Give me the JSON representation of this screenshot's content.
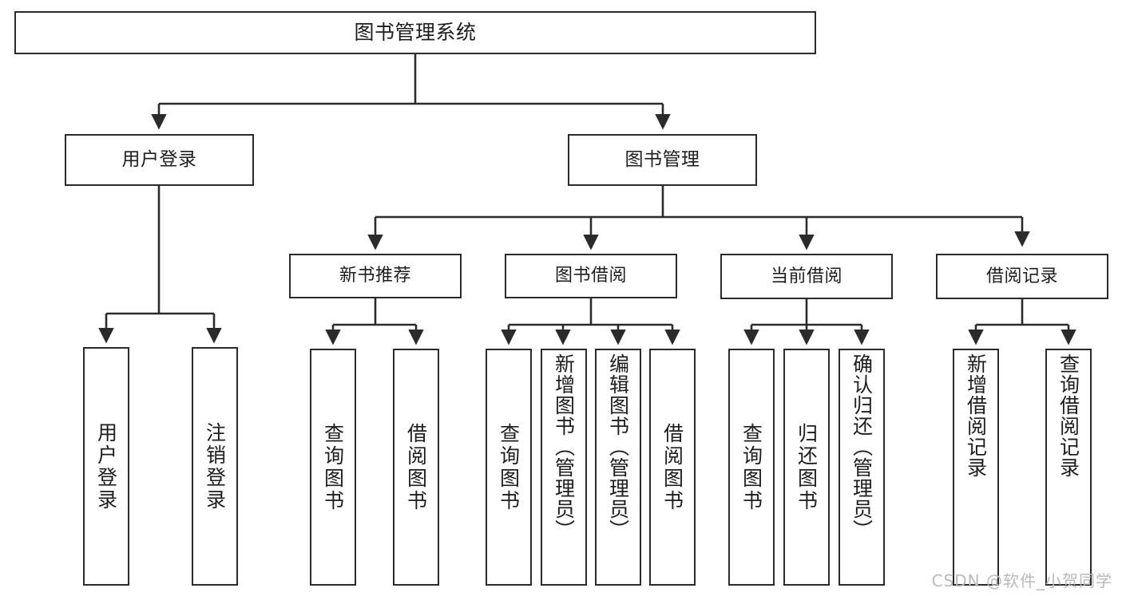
{
  "diagram": {
    "title": "图书管理系统",
    "type": "tree",
    "stroke_color": "#2b2b2b",
    "background_color": "#ffffff",
    "root": {
      "id": "root",
      "label": "图书管理系统"
    },
    "level2": [
      {
        "id": "user-login",
        "label": "用户登录"
      },
      {
        "id": "book-manage",
        "label": "图书管理"
      }
    ],
    "level3": [
      {
        "id": "new-book-recommend",
        "label": "新书推荐",
        "parent": "book-manage"
      },
      {
        "id": "book-borrow",
        "label": "图书借阅",
        "parent": "book-manage"
      },
      {
        "id": "current-borrow",
        "label": "当前借阅",
        "parent": "book-manage"
      },
      {
        "id": "borrow-record",
        "label": "借阅记录",
        "parent": "book-manage"
      }
    ],
    "leaves": [
      {
        "id": "leaf-user-login",
        "label": "用户登录",
        "parent": "user-login"
      },
      {
        "id": "leaf-user-logout",
        "label": "注销登录",
        "parent": "user-login"
      },
      {
        "id": "leaf-query-book-1",
        "label": "查询图书",
        "parent": "new-book-recommend"
      },
      {
        "id": "leaf-borrow-book-1",
        "label": "借阅图书",
        "parent": "new-book-recommend"
      },
      {
        "id": "leaf-query-book-2",
        "label": "查询图书",
        "parent": "book-borrow"
      },
      {
        "id": "leaf-add-book",
        "label": "新增图书（管理员）",
        "parent": "book-borrow"
      },
      {
        "id": "leaf-edit-book",
        "label": "编辑图书（管理员）",
        "parent": "book-borrow"
      },
      {
        "id": "leaf-borrow-book-2",
        "label": "借阅图书",
        "parent": "book-borrow"
      },
      {
        "id": "leaf-query-book-3",
        "label": "查询图书",
        "parent": "current-borrow"
      },
      {
        "id": "leaf-return-book",
        "label": "归还图书",
        "parent": "current-borrow"
      },
      {
        "id": "leaf-confirm-return",
        "label": "确认归还（管理员）",
        "parent": "current-borrow"
      },
      {
        "id": "leaf-add-record",
        "label": "新增借阅记录",
        "parent": "borrow-record"
      },
      {
        "id": "leaf-query-record",
        "label": "查询借阅记录",
        "parent": "borrow-record"
      }
    ]
  },
  "watermark": {
    "text": "CSDN @软件_小贺同学"
  }
}
